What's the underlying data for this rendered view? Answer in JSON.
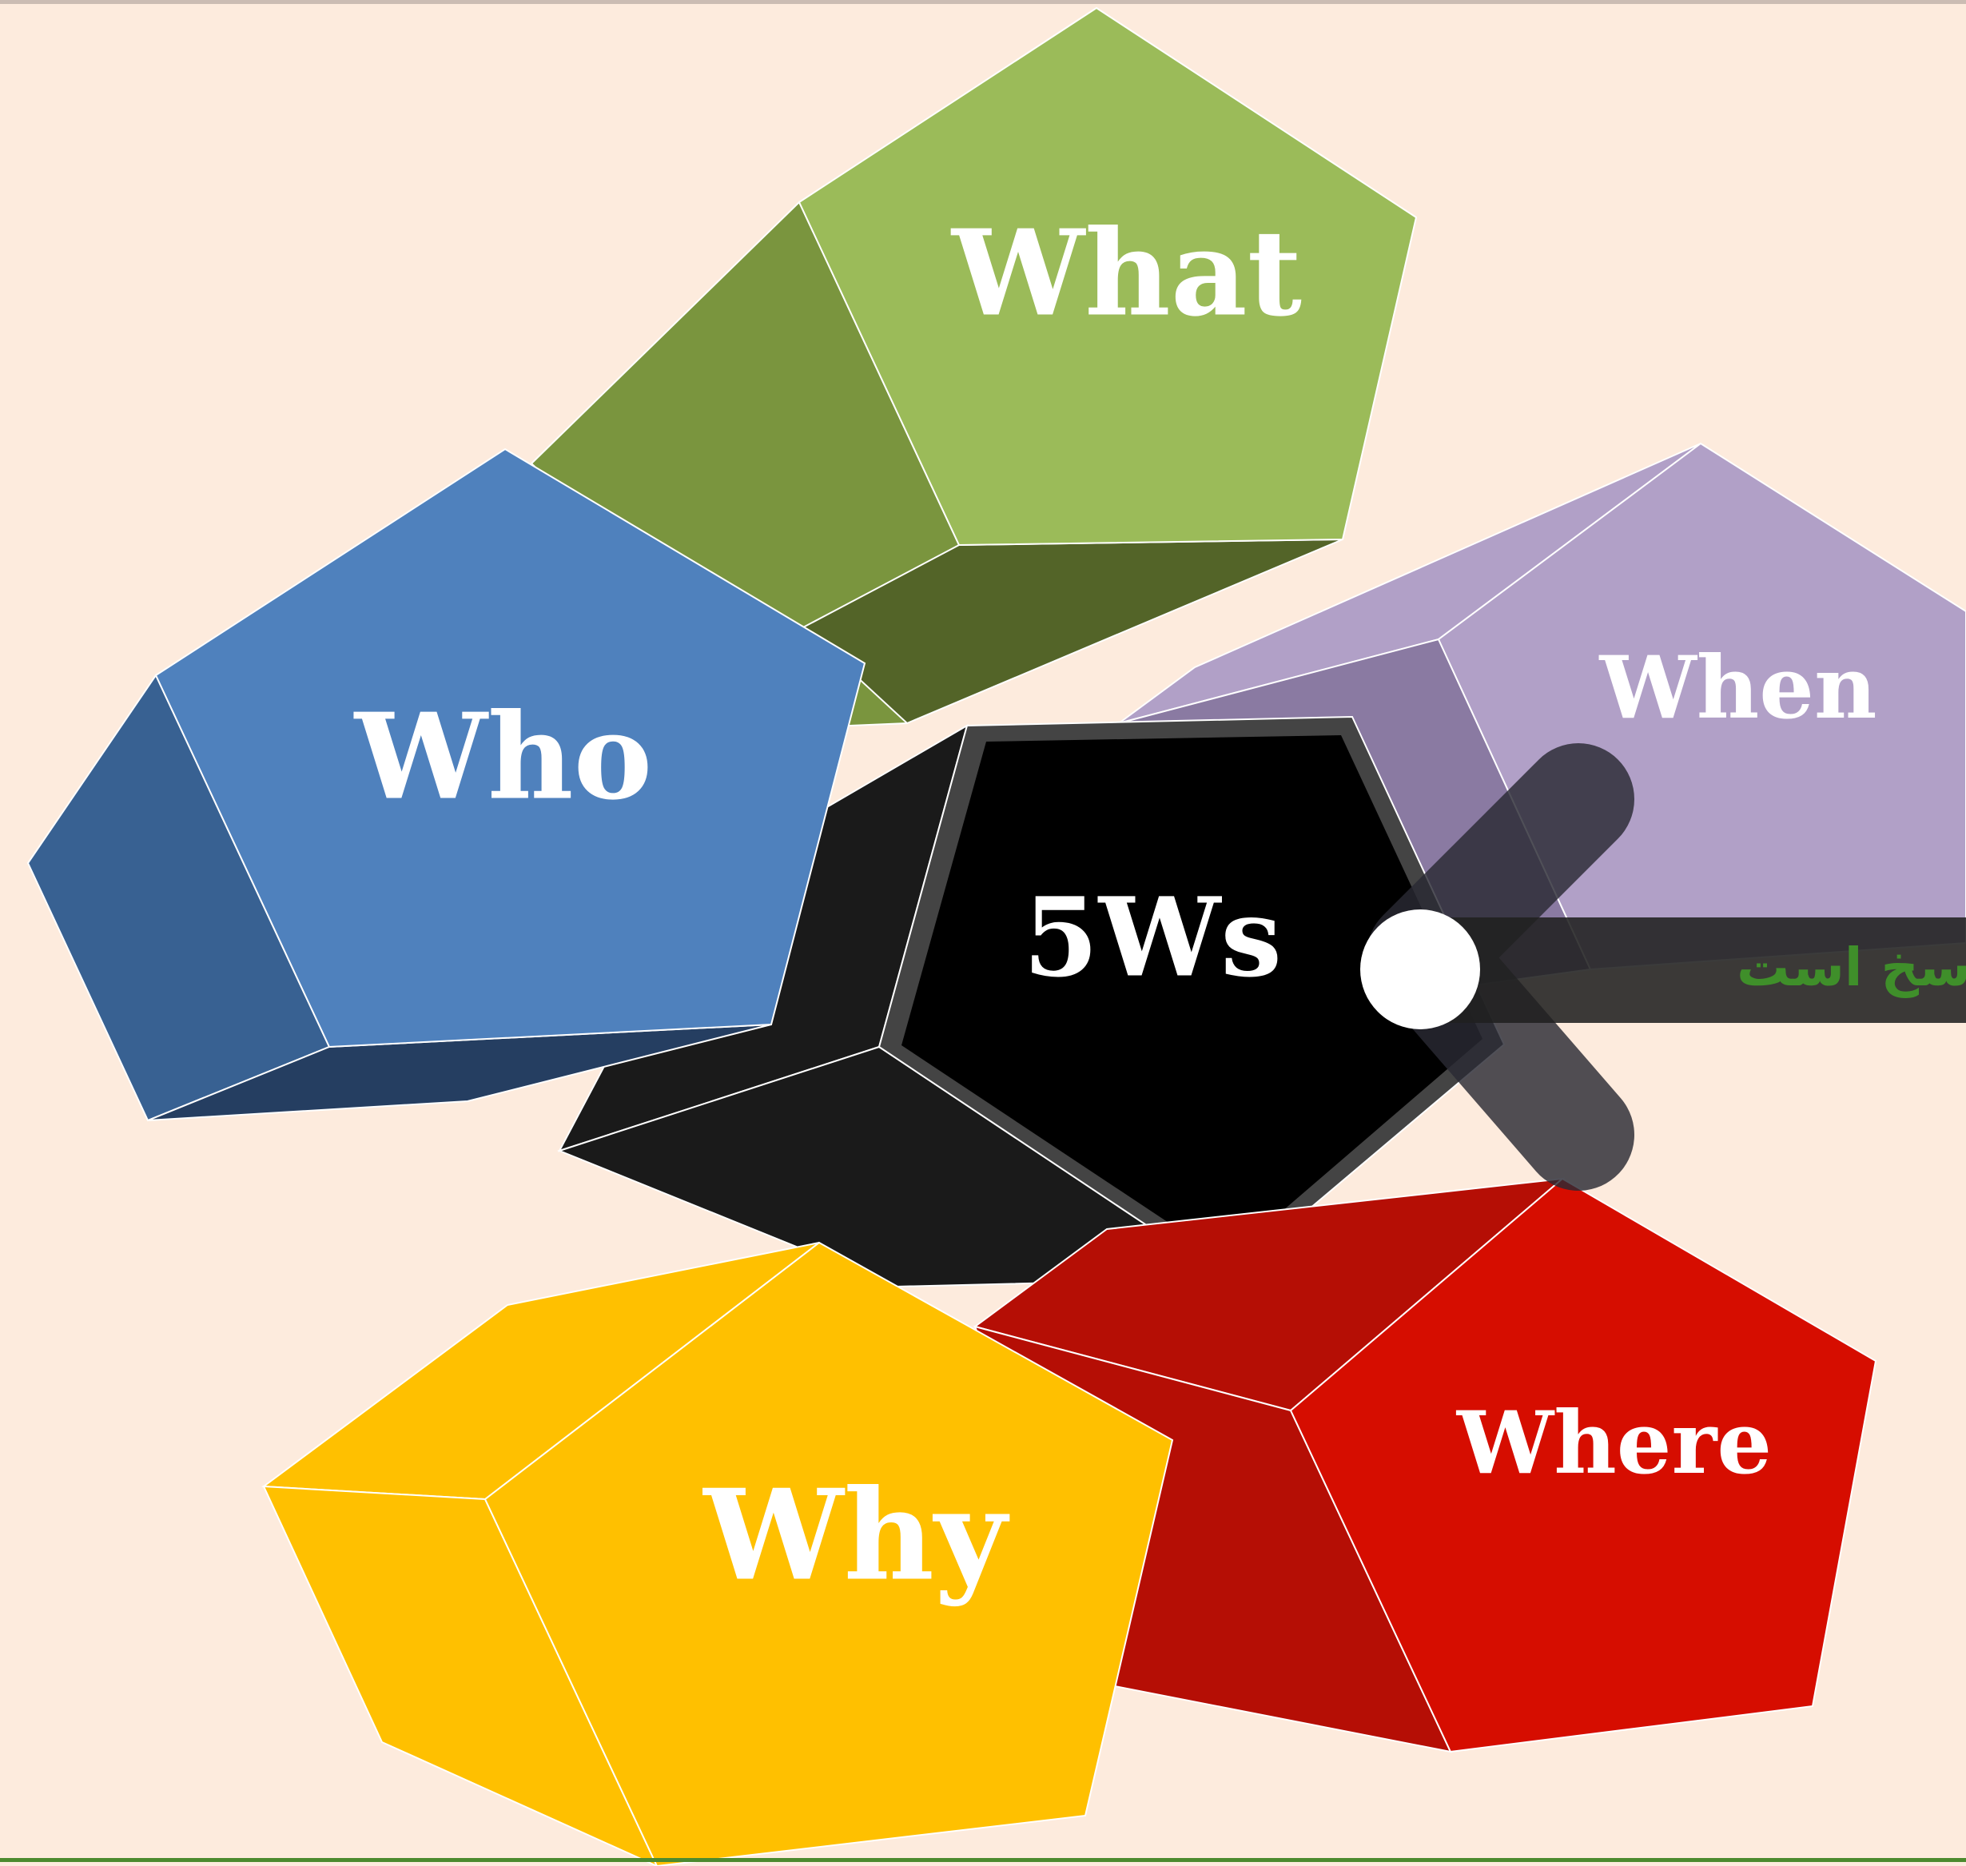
{
  "diagram": {
    "center": "5Ws",
    "items": [
      "What",
      "Who",
      "When",
      "Where",
      "Why"
    ]
  },
  "overlay": {
    "ribbon_text": "سخ است"
  },
  "colors": {
    "background": "#fdebdd",
    "what": "#9bbb59",
    "who": "#4f81bd",
    "when": "#b1a0c7",
    "where": "#d60d00",
    "why": "#ffc000",
    "center": "#000000",
    "ribbon_text": "#3f8f2a"
  }
}
